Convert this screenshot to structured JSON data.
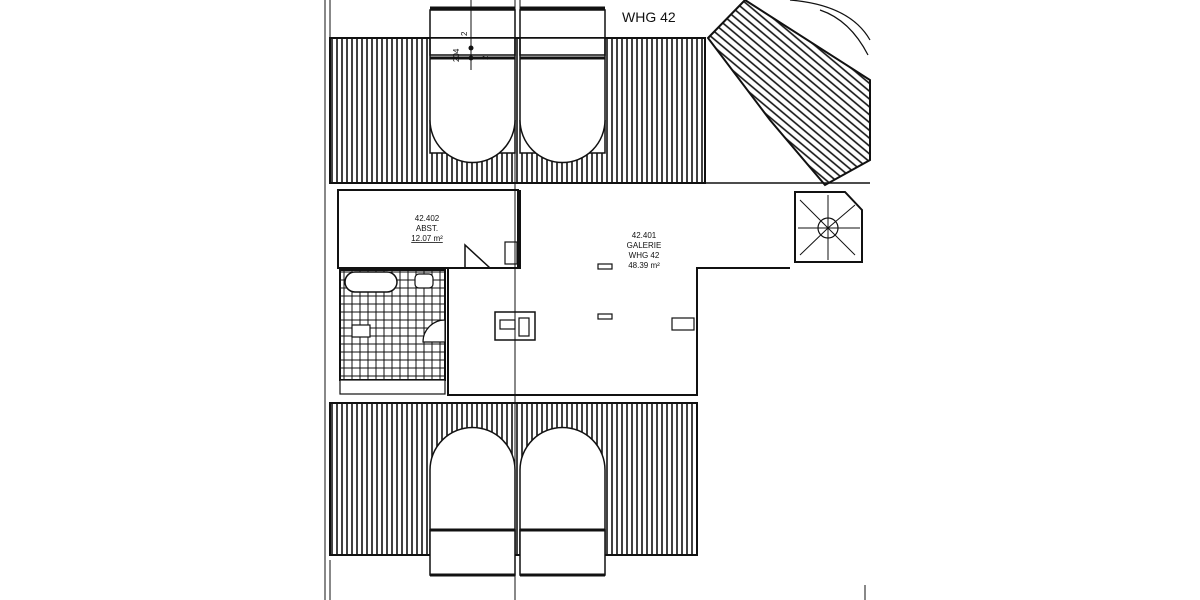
{
  "plan": {
    "apartment_title": "WHG 42",
    "rooms": [
      {
        "number": "42.402",
        "name": "ABST.",
        "area": "12.07 m²"
      },
      {
        "number": "42.401",
        "name": "GALERIE",
        "unit": "WHG 42",
        "area": "48.39 m²"
      }
    ],
    "dimension_marks": [
      "2",
      "204",
      "2"
    ],
    "colors": {
      "line": "#111111",
      "background": "#ffffff"
    }
  }
}
